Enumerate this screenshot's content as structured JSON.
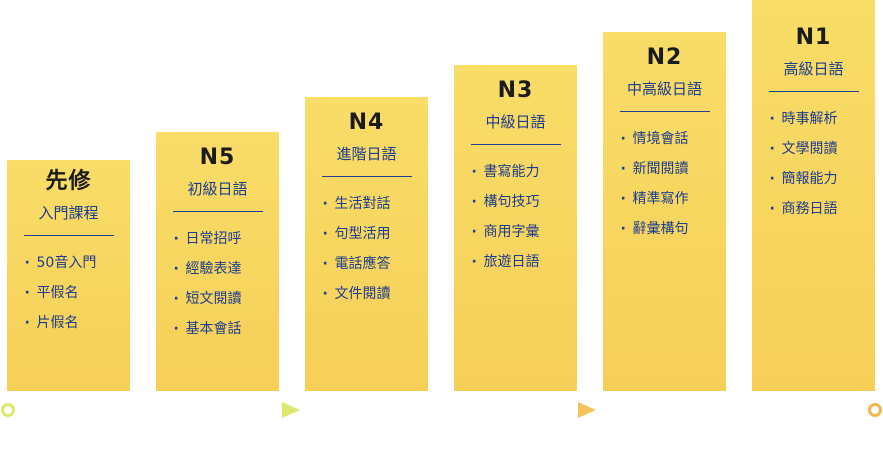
{
  "cards": [
    {
      "title": "先修",
      "subtitle": "入門課程",
      "items": [
        "50音入門",
        "平假名",
        "片假名"
      ]
    },
    {
      "title": "N5",
      "subtitle": "初級日語",
      "items": [
        "日常招呼",
        "經驗表達",
        "短文閱讀",
        "基本會話"
      ]
    },
    {
      "title": "N4",
      "subtitle": "進階日語",
      "items": [
        "生活對話",
        "句型活用",
        "電話應答",
        "文件閱讀"
      ]
    },
    {
      "title": "N3",
      "subtitle": "中級日語",
      "items": [
        "書寫能力",
        "構句技巧",
        "商用字彙",
        "旅遊日語"
      ]
    },
    {
      "title": "N2",
      "subtitle": "中高級日語",
      "items": [
        "情境會話",
        "新聞閱讀",
        "精準寫作",
        "辭彙構句"
      ]
    },
    {
      "title": "N1",
      "subtitle": "高級日語",
      "items": [
        "時事解析",
        "文學閱讀",
        "簡報能力",
        "商務日語"
      ]
    }
  ],
  "colors": {
    "card_top": "#f8dd68",
    "card_bottom": "#f6cf57",
    "text_blue": "#1c3c8f",
    "timeline_left": "#dce96c",
    "timeline_right": "#f6b74a"
  }
}
